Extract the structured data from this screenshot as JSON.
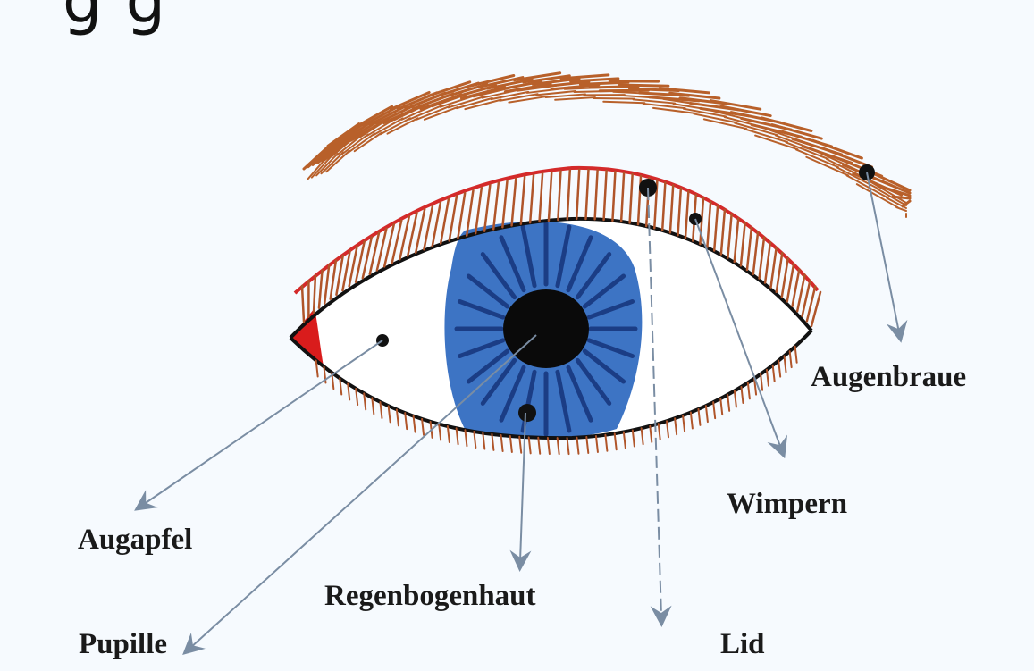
{
  "diagram": {
    "header_partial": "g                               g",
    "labels": {
      "augenbraue": "Augenbraue",
      "wimpern": "Wimpern",
      "augapfel": "Augapfel",
      "regenbogenhaut": "Regenbogenhaut",
      "pupille": "Pupille",
      "lid": "Lid"
    },
    "colors": {
      "background": "#f6fafe",
      "eyebrow": "#b8602a",
      "lid_line": "#d42a2a",
      "lashes": "#b0552a",
      "iris": "#3d74c4",
      "iris_rays": "#1b3d85",
      "pupil": "#0a0a0a",
      "tear_duct": "#d91c1c",
      "outline": "#111111",
      "arrow": "#7a8da3"
    }
  }
}
